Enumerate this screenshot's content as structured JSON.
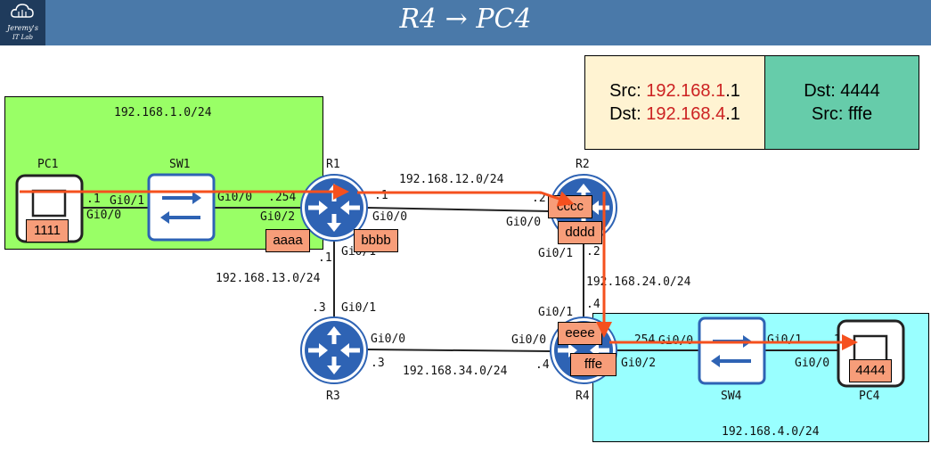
{
  "header": {
    "title": "R4 → PC4",
    "logo_line1": "Jeremy's",
    "logo_line2": "IT Lab"
  },
  "frame_header": {
    "ip_src_label": "Src: ",
    "ip_src_red": "192.168.1",
    "ip_src_rest": ".1",
    "ip_dst_label": "Dst: ",
    "ip_dst_red": "192.168.4",
    "ip_dst_rest": ".1",
    "mac_dst": "Dst: 4444",
    "mac_src": "Src: fffe"
  },
  "networks": {
    "lan1": "192.168.1.0/24",
    "r1_r2": "192.168.12.0/24",
    "r1_r3": "192.168.13.0/24",
    "r2_r4": "192.168.24.0/24",
    "r3_r4": "192.168.34.0/24",
    "lan4": "192.168.4.0/24"
  },
  "devices": {
    "pc1": "PC1",
    "sw1": "SW1",
    "r1": "R1",
    "r2": "R2",
    "r3": "R3",
    "r4": "R4",
    "sw4": "SW4",
    "pc4": "PC4"
  },
  "interfaces": {
    "pc1_gi00": "Gi0/0",
    "pc1_ip": ".1",
    "sw1_gi01": "Gi0/1",
    "sw1_gi00": "Gi0/0",
    "r1_gi02": "Gi0/2",
    "r1_ip_lan": ".254",
    "r1_gi00": "Gi0/0",
    "r1_ip_12": ".1",
    "r1_gi01": "Gi0/1",
    "r1_ip_13": ".1",
    "r2_gi00": "Gi0/0",
    "r2_ip_12": ".2",
    "r2_gi01": "Gi0/1",
    "r2_ip_24": ".2",
    "r3_gi01": "Gi0/1",
    "r3_ip_13": ".3",
    "r3_gi00": "Gi0/0",
    "r3_ip_34": ".3",
    "r4_gi01": "Gi0/1",
    "r4_ip_24": ".4",
    "r4_gi00": "Gi0/0",
    "r4_ip_34": ".4",
    "r4_gi02": "Gi0/2",
    "r4_ip_lan": ".254",
    "sw4_gi00": "Gi0/0",
    "sw4_gi01": "Gi0/1",
    "pc4_gi00": "Gi0/0",
    "pc4_ip": ".1"
  },
  "macs": {
    "pc1": "1111",
    "r1_g02": "aaaa",
    "r1_g00": "bbbb",
    "r2_g00": "cccc",
    "r2_g01": "dddd",
    "r4_g01": "eeee",
    "r4_g02": "fffe",
    "pc4": "4444"
  },
  "colors": {
    "arrow": "#f5501e",
    "device_blue": "#2e63b4",
    "lan1_bg": "#99ff66",
    "lan4_bg": "#99ffff"
  }
}
